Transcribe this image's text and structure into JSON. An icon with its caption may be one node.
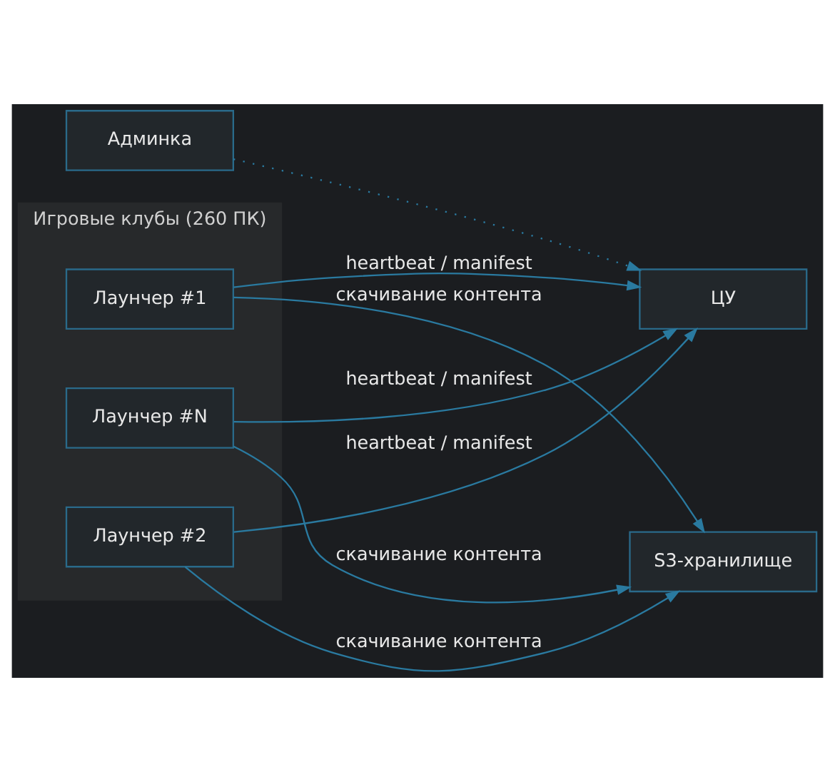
{
  "diagram": {
    "nodes": [
      {
        "text": [
          "Админка"
        ]
      },
      {
        "text": [
          "Игровые клубы (260 ПК)"
        ]
      },
      {
        "text": [
          "Лаунчер #N"
        ],
        "in": 1
      },
      {
        "text": [
          "Лаунчер #2"
        ],
        "in": 1
      },
      {
        "text": [
          "Лаунчер #1"
        ],
        "in": 1
      },
      {
        "text": [
          "ЦУ"
        ]
      },
      {
        "text": [
          "S3-хранилище"
        ]
      }
    ],
    "edges": [
      {
        "from": 0,
        "to": 5,
        "arrow": "to",
        "style": "dashed"
      },
      {
        "from": 2,
        "to": 5,
        "arrow": "to",
        "label": "heartbeat / manifest"
      },
      {
        "from": 3,
        "to": 5,
        "arrow": "to",
        "label": "heartbeat / manifest"
      },
      {
        "from": 4,
        "to": 5,
        "arrow": "to",
        "label": "heartbeat / manifest"
      },
      {
        "from": 2,
        "to": 6,
        "arrow": "to",
        "label": "скачивание контента"
      },
      {
        "from": 3,
        "to": 6,
        "arrow": "to",
        "label": "скачивание контента"
      },
      {
        "from": 4,
        "to": 6,
        "arrow": "to",
        "label": "скачивание контента"
      }
    ]
  }
}
